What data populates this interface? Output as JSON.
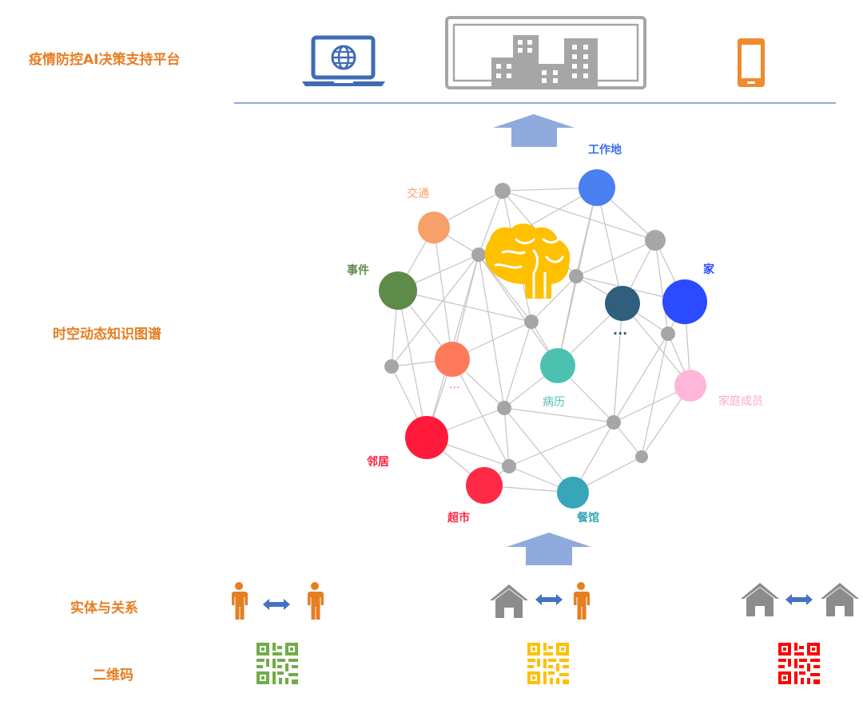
{
  "rows": {
    "platform": "疫情防控AI决策支持平台",
    "graph": "时空动态知识图谱",
    "entities": "实体与关系",
    "qrcode": "二维码"
  },
  "nodes": [
    {
      "id": "workplace",
      "label": "工作地",
      "color": "#4A80F0"
    },
    {
      "id": "traffic",
      "label": "交通",
      "color": "#F7A06A"
    },
    {
      "id": "event",
      "label": "事件",
      "color": "#5E8B49"
    },
    {
      "id": "home",
      "label": "家",
      "color": "#2A4BFF"
    },
    {
      "id": "dots1",
      "label": "...",
      "color": "#2F5F7D"
    },
    {
      "id": "family",
      "label": "家庭成员",
      "color": "#FFB6D9"
    },
    {
      "id": "medical",
      "label": "病历",
      "color": "#4DC1B0"
    },
    {
      "id": "dots2",
      "label": "...",
      "color": "#FF7A5A"
    },
    {
      "id": "neighbor",
      "label": "邻居",
      "color": "#FF1A3C"
    },
    {
      "id": "supermarket",
      "label": "超市",
      "color": "#FF2A45"
    },
    {
      "id": "restaurant",
      "label": "餐馆",
      "color": "#36A6B8"
    }
  ],
  "colors": {
    "accent": "#E67E22",
    "laptop": "#3F6BB5",
    "phone": "#F08A2E",
    "building": "#A6A6A6",
    "arrow": "#8FAADC",
    "edge": "#BFBFBF",
    "hub": "#A6A6A6",
    "brain": "#FFC000",
    "person": "#E67E22",
    "house": "#8C8C8C",
    "relation_arrow": "#4472C4",
    "qr_green": "#70AD47",
    "qr_yellow": "#FFC000",
    "qr_red": "#FF0000"
  },
  "icons": [
    "laptop-globe-icon",
    "building-screen-icon",
    "phone-icon",
    "up-arrow-icon",
    "brain-icon",
    "person-icon",
    "house-icon",
    "double-arrow-icon",
    "qr-code-icon"
  ]
}
